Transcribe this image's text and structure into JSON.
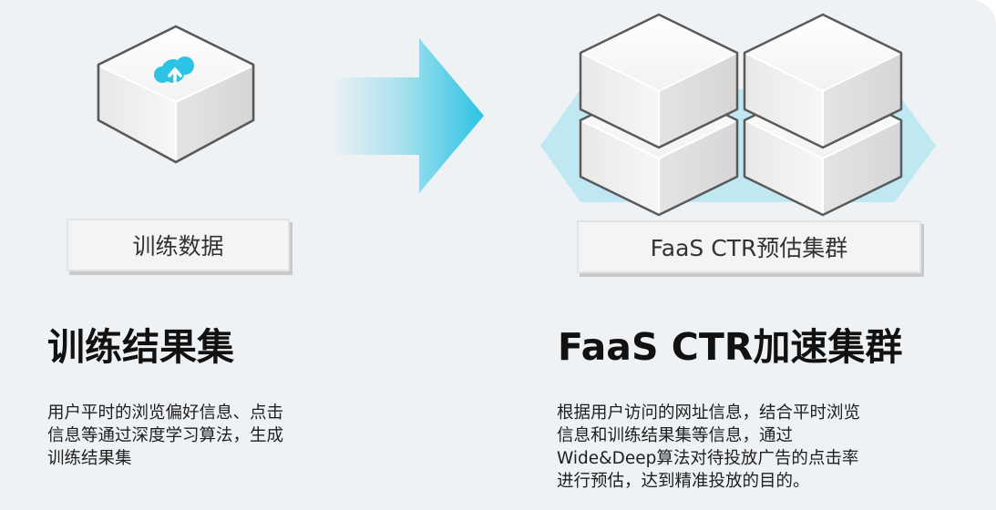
{
  "left": {
    "label": "训练数据",
    "title": "训练结果集",
    "description_lines": [
      "用户平时的浏览偏好信息、点击",
      "信息等通过深度学习算法，生成",
      "训练结果集"
    ],
    "icon": "cloud-upload-icon"
  },
  "right": {
    "label": "FaaS CTR预估集群",
    "title": "FaaS CTR加速集群",
    "description_lines": [
      "根据用户访问的网址信息，结合平时浏览",
      "信息和训练结果集等信息，通过",
      "Wide&Deep算法对待投放广告的点击率",
      "进行预估，达到精准投放的目的。"
    ]
  },
  "colors": {
    "background": "#eff2f5",
    "accent_cyan": "#2cc3e4",
    "hexagon": "#bfe8f2",
    "cube_face": "#f5f5f5",
    "cube_outline": "#5a5a5a"
  }
}
